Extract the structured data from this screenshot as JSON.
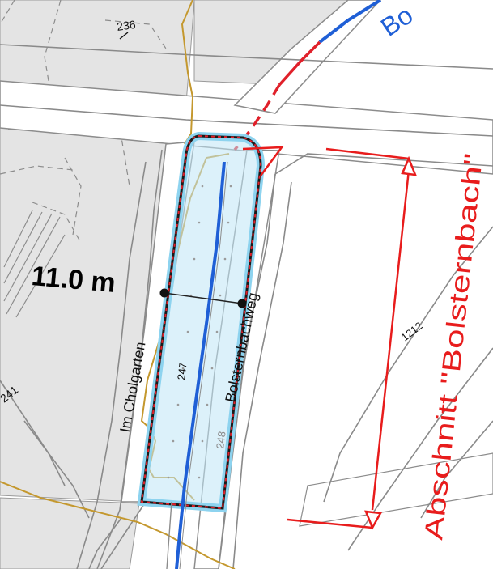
{
  "labels": {
    "parcel_236": "236",
    "parcel_241": "241",
    "parcel_247": "247",
    "parcel_248": "248",
    "parcel_1212": "1212",
    "street_im_cholgarten": "Im Cholgarten",
    "street_bolsternbachweg": "Bolsternbachweg",
    "stream_label_partial": "Bo",
    "width_dimension": "11.0 m",
    "section_label": "Abschnitt \"Bolsternbach\""
  },
  "colors": {
    "parcel_fill": "#e4e4e4",
    "parcel_line": "#8c8c8c",
    "road_fill": "#ffffff",
    "municipal_border": "#c4982e",
    "stream": "#1f5fd6",
    "stream_corridor": "#a9dcf2",
    "perimeter_dark": "#1a1a1a",
    "perimeter_red": "#e0202a",
    "section_marker": "#e81c1c"
  }
}
